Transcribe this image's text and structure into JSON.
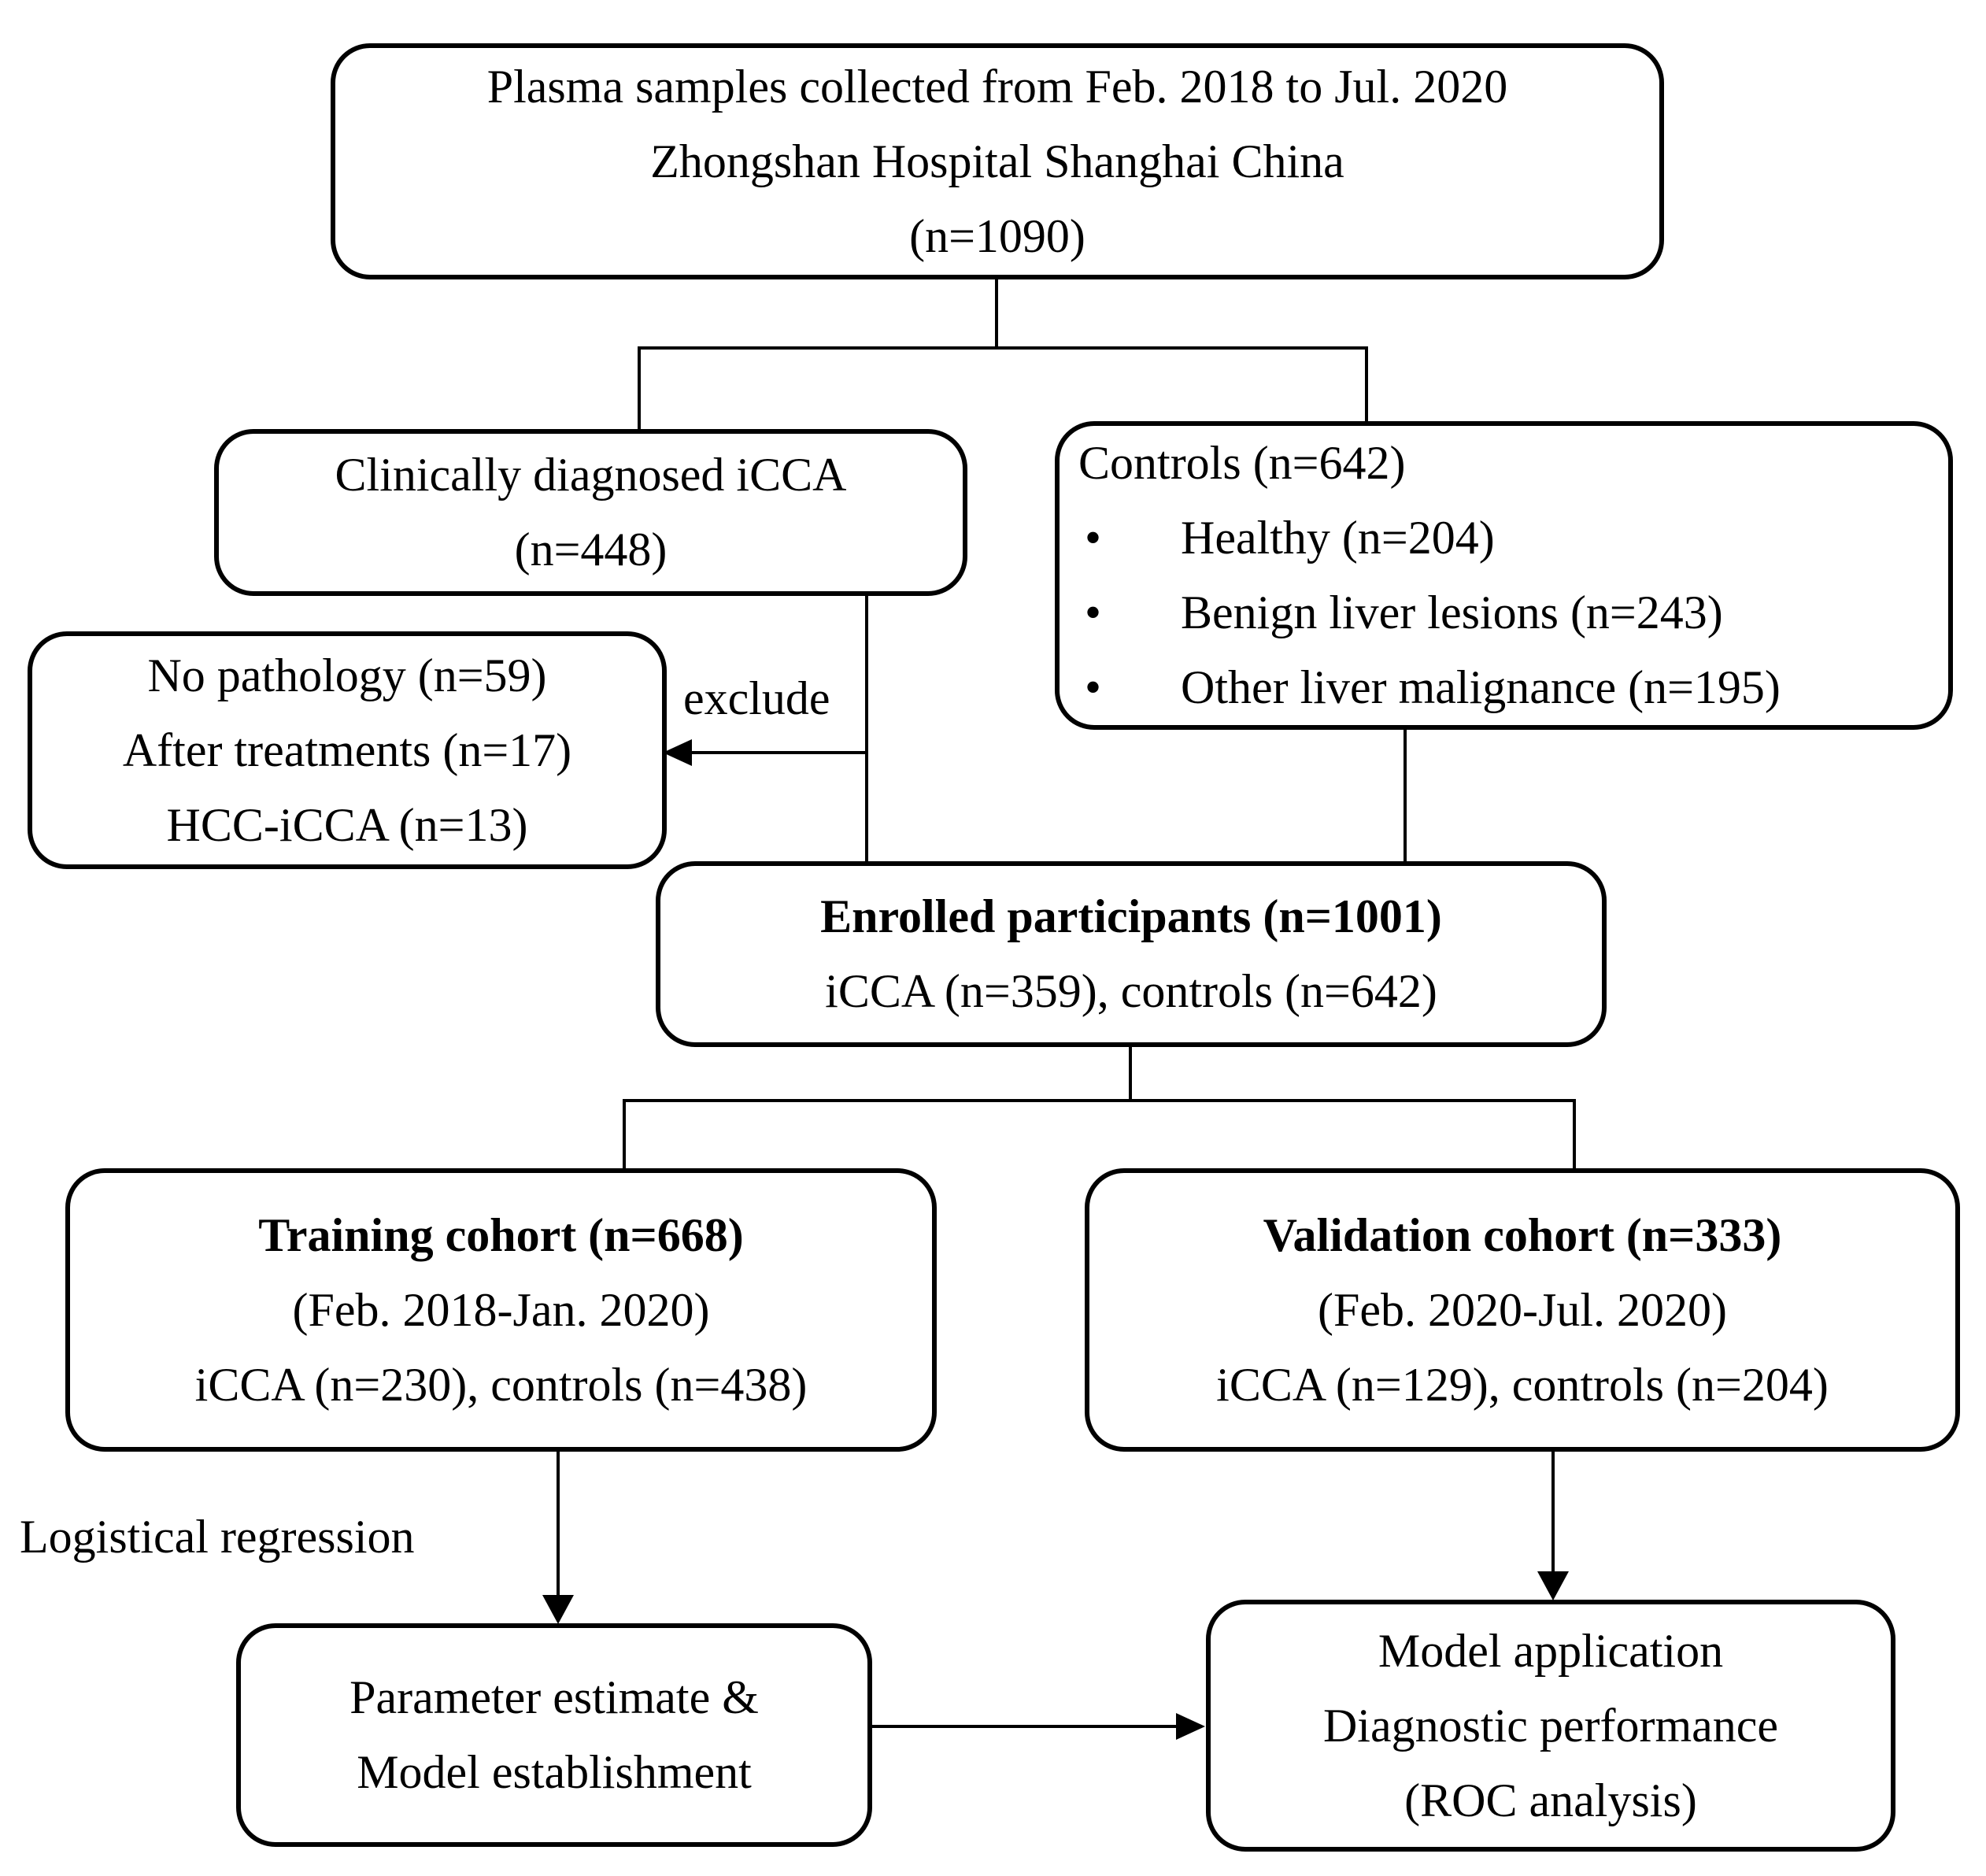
{
  "nodes": {
    "source": {
      "lines": [
        "Plasma samples collected from Feb. 2018 to Jul. 2020",
        "Zhongshan Hospital Shanghai China",
        "(n=1090)"
      ]
    },
    "icca": {
      "lines": [
        "Clinically diagnosed iCCA",
        "(n=448)"
      ]
    },
    "controls": {
      "header": "Controls (n=642)",
      "bullet": "•",
      "items": [
        "Healthy (n=204)",
        "Benign liver lesions (n=243)",
        "Other liver malignance (n=195)"
      ]
    },
    "excluded": {
      "lines": [
        "No pathology (n=59)",
        "After treatments (n=17)",
        "HCC-iCCA (n=13)"
      ]
    },
    "enrolled": {
      "title": "Enrolled participants (n=1001)",
      "subtitle": "iCCA (n=359), controls (n=642)"
    },
    "training": {
      "title": "Training cohort (n=668)",
      "period": "(Feb. 2018-Jan. 2020)",
      "composition": "iCCA (n=230), controls (n=438)"
    },
    "validation": {
      "title": "Validation cohort (n=333)",
      "period": "(Feb. 2020-Jul. 2020)",
      "composition": "iCCA (n=129), controls (n=204)"
    },
    "parameter": {
      "lines": [
        "Parameter estimate &",
        "Model establishment"
      ]
    },
    "model": {
      "lines": [
        "Model application",
        "Diagnostic performance",
        "(ROC analysis)"
      ]
    }
  },
  "labels": {
    "exclude": "exclude",
    "logistic_regression": "Logistical regression"
  },
  "colors": {
    "line": "#000000",
    "background": "#ffffff",
    "text": "#000000"
  }
}
